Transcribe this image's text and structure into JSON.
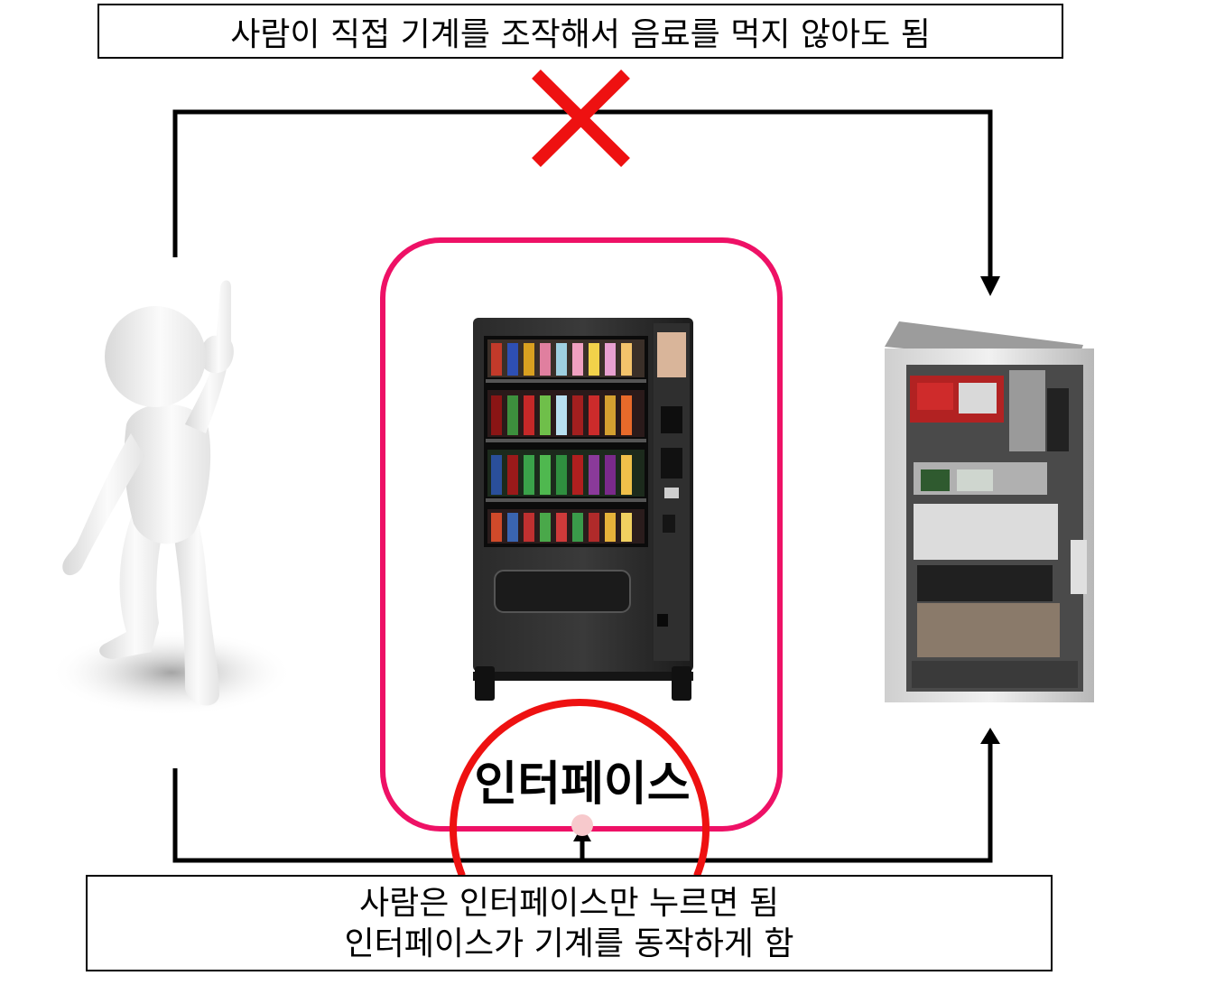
{
  "top_caption": "사람이 직접 기계를 조작해서 음료를 먹지 않아도 됨",
  "interface_label": "인터페이스",
  "bottom_caption": {
    "line1": "사람은 인터페이스만 누르면 됨",
    "line2": "인터페이스가 기계를 동작하게 함"
  },
  "colors": {
    "line": "#000000",
    "cross": "#ee1111",
    "interface_border": "#ee1166",
    "interface_circle": "#ee1111",
    "connector_dot": "#f7c9cc"
  },
  "icons": {
    "person": "stick-figure-pointing-up",
    "vending_machine": "vending-machine",
    "control_cabinet": "electrical-control-cabinet",
    "blocked": "red-x-mark"
  }
}
